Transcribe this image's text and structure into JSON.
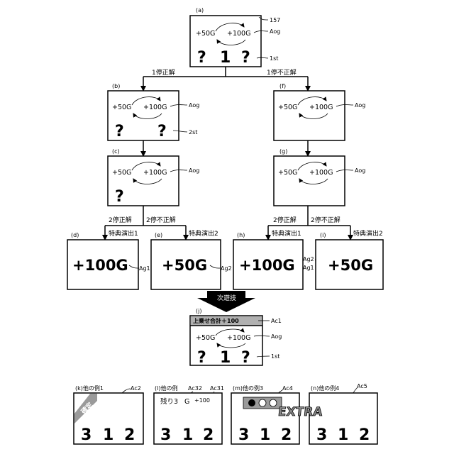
{
  "figure": {
    "label_a": "(a)",
    "label_b": "(b)",
    "label_c": "(c)",
    "label_d": "(d)",
    "label_e": "(e)",
    "label_f": "(f)",
    "label_g": "(g)",
    "label_h": "(h)",
    "label_i": "(i)",
    "label_j": "(j)",
    "plus50": "+50G",
    "plus100": "+100G",
    "big100": "+100G",
    "big50": "+50G",
    "q": "?",
    "one": "1",
    "ref_157": "157",
    "ref_aog": "Aog",
    "ref_1st": "1st",
    "ref_2st": "2st",
    "ref_ag1": "Ag1",
    "ref_ag2": "Ag2",
    "ref_ac1": "Ac1",
    "branch_left": "1停正解",
    "branch_right": "1停不正解",
    "c_correct": "2停正解",
    "c_incorrect": "2停不正解",
    "g_correct": "2停正解",
    "g_incorrect": "2停不正解",
    "bonus1": "特典演出1",
    "bonus2": "特典演出2",
    "next_game": "次遊技",
    "j_header": "上乗せ合計＋100"
  },
  "examples": {
    "k_label": "(k)他の例1",
    "l_label": "(l)他の例",
    "m_label": "(m)他の例3",
    "n_label": "(n)他の例4",
    "ref_ac2": "Ac2",
    "ref_ac32": "Ac32",
    "ref_ac31": "Ac31",
    "ref_ac4": "Ac4",
    "ref_ac5": "Ac5",
    "kakutei": "確定",
    "remain_text": "残り3",
    "remain_g": "G",
    "plus100_small": "+100",
    "extra": "EXTRA",
    "d3": "3",
    "d1": "1",
    "d2": "2"
  }
}
